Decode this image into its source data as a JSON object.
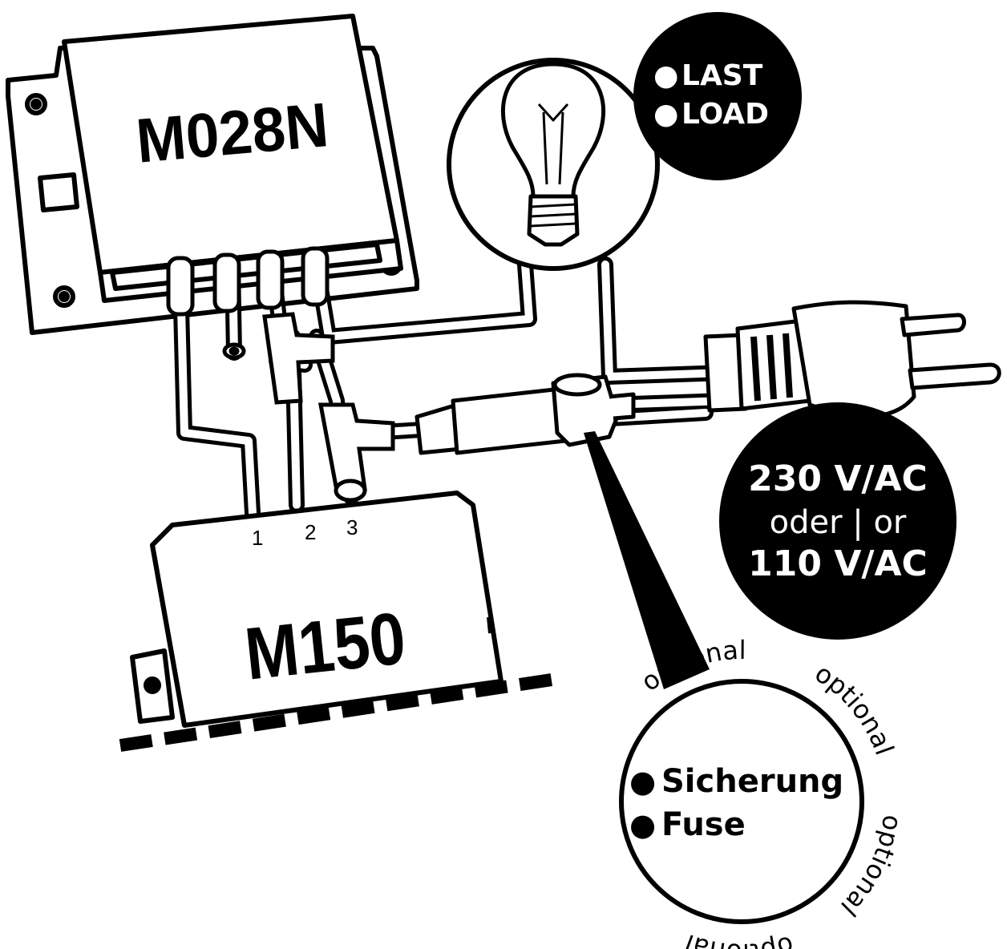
{
  "module_top": {
    "label": "M028N"
  },
  "module_bottom": {
    "label": "M150",
    "pins": [
      "1",
      "2",
      "3"
    ]
  },
  "load_bubble": {
    "bullet": "●",
    "lines": [
      "LAST",
      "LOAD"
    ]
  },
  "voltage_bubble": {
    "line1": "230 V/AC",
    "line2": "oder | or",
    "line3": "110 V/AC"
  },
  "fuse_callout": {
    "bullet": "●",
    "lines": [
      "Sicherung",
      "Fuse"
    ],
    "ring_word": "optional"
  },
  "colors": {
    "ink": "#000000",
    "paper": "#ffffff"
  },
  "icons": [
    "light-bulb-icon",
    "mains-plug-icon",
    "inline-fuse-holder-icon"
  ]
}
